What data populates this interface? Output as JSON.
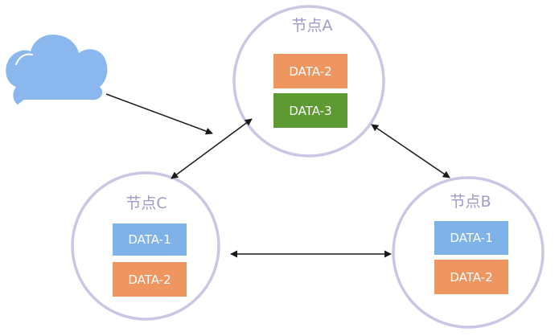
{
  "colors": {
    "node_border": "#cbc6e4",
    "node_title": "#a09ac8",
    "cloud": "#8ab8ee",
    "arrow": "#1a1a1a",
    "data_blue": "#7fb2e8",
    "data_orange": "#ef9560",
    "data_green": "#5e9a32"
  },
  "nodes": {
    "a": {
      "title": "节点A",
      "blocks": [
        {
          "label": "DATA-2",
          "color": "orange"
        },
        {
          "label": "DATA-3",
          "color": "green"
        }
      ]
    },
    "b": {
      "title": "节点B",
      "blocks": [
        {
          "label": "DATA-1",
          "color": "blue"
        },
        {
          "label": "DATA-2",
          "color": "orange"
        }
      ]
    },
    "c": {
      "title": "节点C",
      "blocks": [
        {
          "label": "DATA-1",
          "color": "blue"
        },
        {
          "label": "DATA-2",
          "color": "orange"
        }
      ]
    }
  },
  "cloud_icon": "cloud-icon"
}
